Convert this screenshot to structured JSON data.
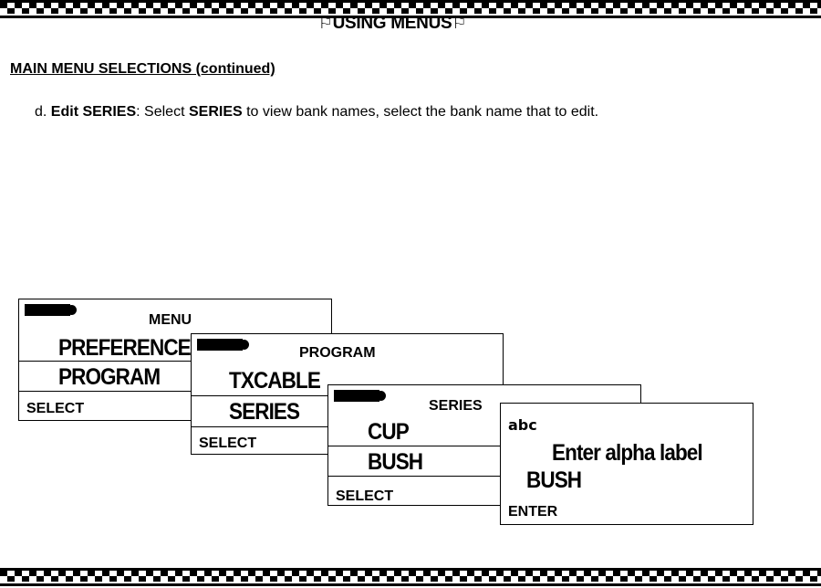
{
  "header": {
    "title": "USING MENUS",
    "flag_icon": "flag-icon"
  },
  "section": {
    "heading": "MAIN MENU SELECTIONS (continued)"
  },
  "instruction": {
    "marker": "d.",
    "term": "Edit SERIES",
    "text1": ": Select ",
    "keyword": "SERIES",
    "text2": " to view bank names, select the bank name that to edit."
  },
  "screens": [
    {
      "title": "MENU",
      "items": [
        "PREFERENCES",
        "PROGRAM"
      ],
      "softkey": "SELECT"
    },
    {
      "title": "PROGRAM",
      "items": [
        "TXCABLE",
        "SERIES"
      ],
      "softkey": "SELECT"
    },
    {
      "title": "SERIES",
      "items": [
        "CUP",
        "BUSH"
      ],
      "softkey": "SELECT"
    }
  ],
  "entry_screen": {
    "mode": "abc",
    "prompt": "Enter alpha label",
    "value": "BUSH",
    "softkey": "ENTER"
  }
}
